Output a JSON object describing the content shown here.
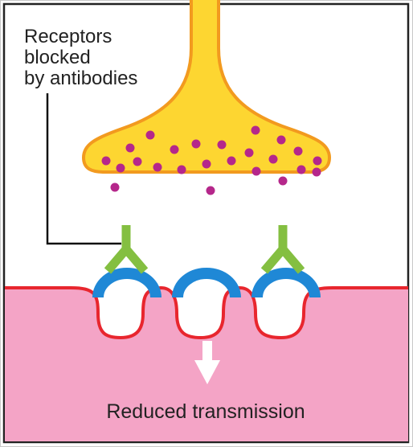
{
  "callout": {
    "line1": "Receptors",
    "line2": "blocked",
    "line3": "by antibodies"
  },
  "caption": "Reduced transmission",
  "colors": {
    "frame": "#c8c8c8",
    "border": "#222222",
    "nerve_fill": "#fdd631",
    "nerve_outline": "#f29a1f",
    "vesicle": "#b5278b",
    "muscle_fill": "#f4a4c6",
    "muscle_outline": "#e8262e",
    "receptor": "#1f88d6",
    "antibody": "#84bf41",
    "arrow": "#ffffff",
    "leader_line": "#111111"
  },
  "icons": {
    "nerve_terminal": "nerve-terminal-icon",
    "vesicle": "vesicle-icon",
    "antibody": "antibody-icon",
    "receptor": "receptor-icon",
    "arrow": "arrow-down-icon"
  }
}
